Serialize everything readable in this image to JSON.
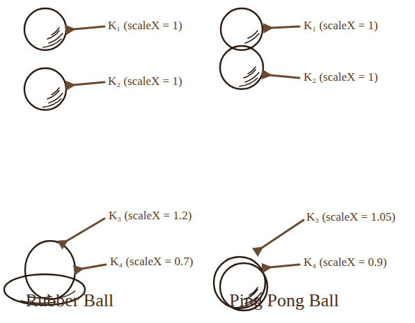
{
  "diagram": {
    "labels": [
      "K₁ (scaleX = 1)",
      "K₂ (scaleX = 1)",
      "K₁ (scaleX = 1)",
      "K₂ (scaleX = 1)",
      "K₃ (scaleX = 1.2)",
      "K₄ (scaleX = 0.7)",
      "K₃ (scaleX = 1.05)",
      "K₄ (scaleX = 0.9)",
      "Rubber Ball",
      "Ping Pong Ball"
    ]
  }
}
